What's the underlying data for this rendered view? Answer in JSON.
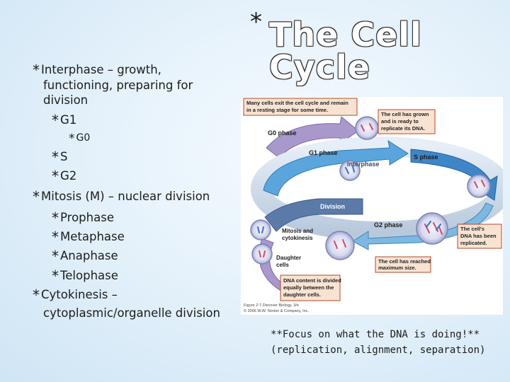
{
  "slide": {
    "title_marker": "*",
    "title": "The Cell Cycle",
    "bullet_marker": "*",
    "bullets": [
      {
        "text_line1": "Interphase – growth,",
        "text_line2": "functioning, preparing for",
        "text_line3": "division"
      },
      {
        "text": "G1"
      },
      {
        "text": "G0"
      },
      {
        "text": "S"
      },
      {
        "text": "G2"
      },
      {
        "text": "Mitosis (M) – nuclear division"
      },
      {
        "text": "Prophase"
      },
      {
        "text": "Metaphase"
      },
      {
        "text": "Anaphase"
      },
      {
        "text": "Telophase"
      },
      {
        "text_line1": "Cytokinesis –",
        "text_line2": "cytoplasmic/organelle division"
      }
    ],
    "focus_note": {
      "line1": "**Focus on what the DNA is doing!**",
      "line2": "(replication, alignment, separation)"
    }
  },
  "figure": {
    "callouts": {
      "resting": "Many cells exit the cell cycle and remain in a resting stage for some time.",
      "grown": "The cell has grown and is ready to replicate its DNA.",
      "replicated": "The cell's DNA has been replicated.",
      "max_size": "The cell has reached maximum size.",
      "divided": "DNA content is divided equally between the daughter cells."
    },
    "phases": {
      "g0": "G0 phase",
      "g1": "G1 phase",
      "s": "S phase",
      "interphase": "Interphase",
      "division": "Division",
      "g2": "G2 phase",
      "mitosis": "Mitosis and cytokinesis",
      "daughter": "Daughter cells"
    },
    "credit_line1": "Figure 2-7 Discover Biology, 3/e",
    "credit_line2": "© 2006 W.W. Norton & Company, Inc."
  },
  "colors": {
    "callout_bg": "#f8e3d2",
    "callout_border": "#b44a2a",
    "g1_arrow": "#5aa6dc",
    "interphase_ring": "#cbd8e8",
    "division_band": "#5b7aa8",
    "g0_arrow": "#a998cc",
    "s_arrow": "#3e86c8",
    "g2_arrow": "#7eb8e0"
  }
}
